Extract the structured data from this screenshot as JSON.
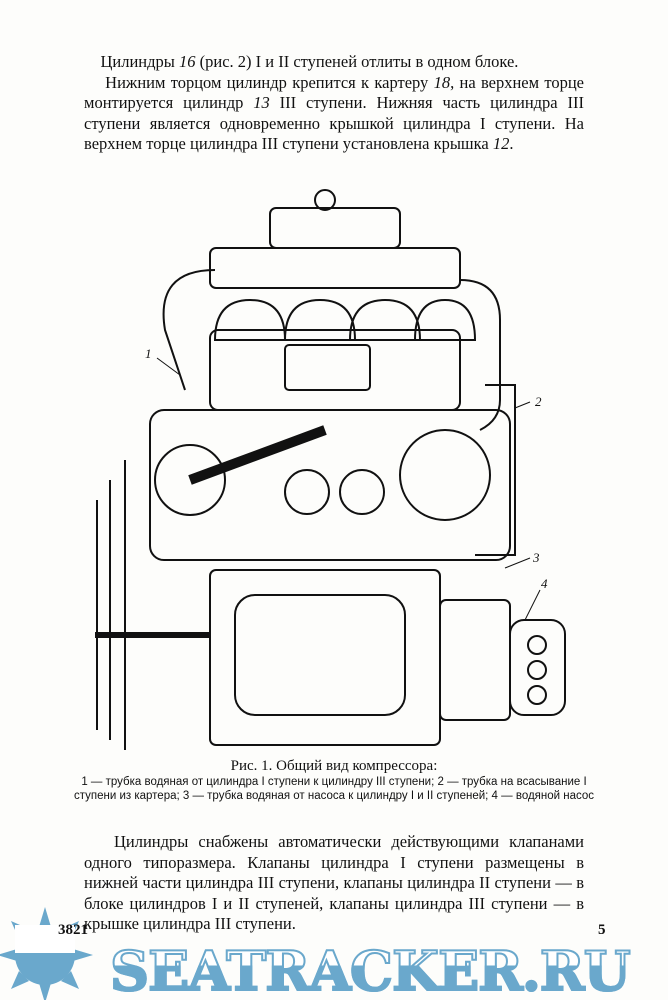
{
  "paragraph1": [
    {
      "text": "Цилиндры ",
      "em": "16",
      "rest": " (рис. 2) I и II ступеней отлиты в одном блоке."
    },
    {
      "text": "Нижним торцом цилиндр крепится к картеру ",
      "em": "18",
      "rest": ", на верхнем торце монтируется цилиндр "
    },
    {
      "em2": "13",
      "rest2": " III ступени. Нижняя часть цилиндра III ступени является одновременно крышкой цилиндра I ступени. На верхнем торце цилиндра III ступени установлена крышка ",
      "em3": "12",
      "rest3": "."
    }
  ],
  "figure": {
    "labels": [
      "1",
      "2",
      "3",
      "4"
    ],
    "caption_title": "Рис. 1. Общий вид компрессора:",
    "caption_legend": "1 — трубка водяная от цилиндра I ступени к цилиндру III ступени; 2 — трубка на всасывание I ступени из картера; 3 — трубка водяная от насоса к цилиндру I и II ступеней; 4 — водяной насос"
  },
  "paragraph2": "Цилиндры снабжены автоматически действующими клапанами одного типоразмера. Клапаны цилиндра I ступени размещены в нижней части цилиндра III ступени, клапаны цилиндра II ступени — в блоке цилиндров I и II ступеней, клапаны цилиндра III ступени — в крышке цилиндра III ступени.",
  "footer": {
    "left": "3821",
    "right": "5"
  },
  "watermark": {
    "text": "SEATRACKER.RU",
    "color": "#6aa8cc"
  }
}
